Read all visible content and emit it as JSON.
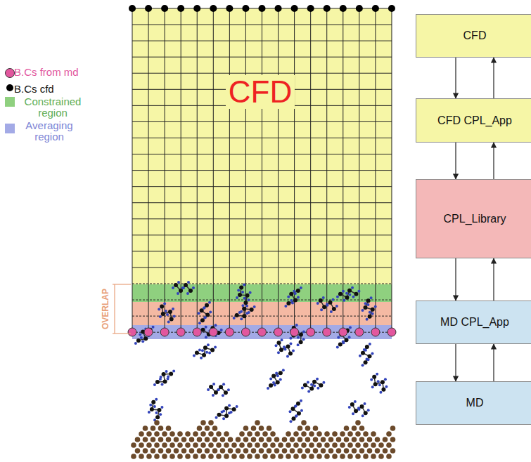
{
  "diagram": {
    "nodes": [
      {
        "text": [
          "CFD"
        ]
      },
      {
        "text": [
          "CFD"
        ]
      },
      {
        "text": [
          "CFD CPL_App"
        ]
      },
      {
        "text": [
          "CPL_Library"
        ]
      },
      {
        "text": [
          "MD CPL_App"
        ]
      },
      {
        "text": [
          "MD"
        ]
      }
    ],
    "edges": [
      {
        "from": 1,
        "to": 2,
        "arrow": "to"
      },
      {
        "from": 2,
        "to": 1,
        "arrow": "to"
      },
      {
        "from": 2,
        "to": 3,
        "arrow": "to"
      },
      {
        "from": 3,
        "to": 2,
        "arrow": "to"
      },
      {
        "from": 3,
        "to": 4,
        "arrow": "to"
      },
      {
        "from": 4,
        "to": 3,
        "arrow": "to"
      },
      {
        "from": 4,
        "to": 5,
        "arrow": "to"
      },
      {
        "from": 5,
        "to": 4,
        "arrow": "to"
      }
    ],
    "labels": [
      "OVERLAP"
    ],
    "legend": [
      {
        "text": "B.Cs from md",
        "color": "#e2579e"
      },
      {
        "text": "B.Cs cfd",
        "color": "#000000"
      },
      {
        "text": "Constrained region",
        "color": "#8fd07f"
      },
      {
        "text": "Averaging region",
        "color": "#a3aae6"
      }
    ]
  }
}
